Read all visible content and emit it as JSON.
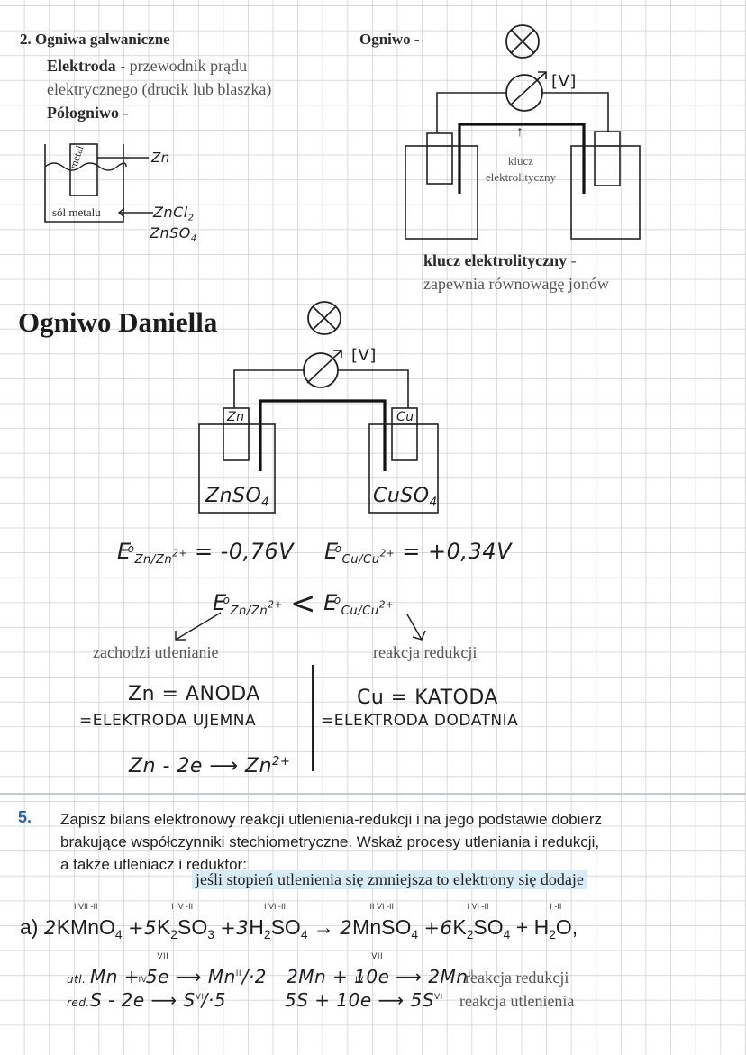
{
  "section2": {
    "title": "2. Ogniwa galwaniczne",
    "elektroda_term": "Elektroda",
    "elektroda_def_1": " - przewodnik prądu",
    "elektroda_def_2": "elektrycznego (drucik lub blaszka)",
    "polognwo_term": "Półogniwo",
    "polognwo_dash": " -",
    "metal_label": "metal",
    "zn_label": "Zn",
    "salt_label": "sól metalu",
    "salt_ex1": "ZnCl",
    "salt_ex1_sub": "2",
    "salt_ex2": "ZnSO",
    "salt_ex2_sub": "4"
  },
  "ogniwo": {
    "title": "Ogniwo -",
    "voltmeter": "[V]",
    "klucz_arrow": "↑",
    "klucz_label_1": "klucz",
    "klucz_label_2": "elektrolityczny",
    "klucz_term": "klucz elektrolityczny",
    "klucz_dash": " -",
    "klucz_def": "zapewnia równowagę jonów"
  },
  "daniell": {
    "title": "Ogniwo Daniella",
    "voltmeter": "[V]",
    "left_electrode": "Zn",
    "right_electrode": "Cu",
    "left_solution": "ZnSO",
    "left_solution_sub": "4",
    "right_solution": "CuSO",
    "right_solution_sub": "4",
    "e1": "E",
    "e1_sup": "o",
    "e1_sub": "Zn/Zn",
    "e1_sub_sup": "2+",
    "e1_value": " = -0,76V",
    "e2": "E",
    "e2_sup": "o",
    "e2_sub": "Cu/Cu",
    "e2_sub_sup": "2+",
    "e2_value": " = +0,34V",
    "compare_sign": "<",
    "left_note": "zachodzi utlenianie",
    "right_note": "reakcja redukcji",
    "anode_1": "Zn = ANODA",
    "anode_2": "=ELEKTRODA UJEMNA",
    "anode_eq": "Zn - 2e ⟶ Zn",
    "anode_eq_sup": "2+",
    "cathode_1": "Cu = KATODA",
    "cathode_2": "=ELEKTRODA DODATNIA"
  },
  "task5": {
    "number": "5.",
    "text_1": "Zapisz bilans elektronowy reakcji utlenienia-redukcji i na jego podstawie dobierz",
    "text_2": "brakujące współczynniki stechiometryczne. Wskaż procesy utleniania i redukcji,",
    "text_3": "a także utleniacz i reduktor:",
    "highlight": "jeśli stopień utlenienia się zmniejsza to elektrony się dodaje",
    "reaction_prefix": "a)",
    "reaction": {
      "c1": "2",
      "s1": "KMnO",
      "s1_sub": "4",
      "s1_ox": "I VII -II",
      "c2": "+5",
      "s2": "K",
      "s2_sub1": "2",
      "s2b": "SO",
      "s2_sub2": "3",
      "s2_ox": "I IV -II",
      "c3": "+3",
      "s3": "H",
      "s3_sub1": "2",
      "s3b": "SO",
      "s3_sub2": "4",
      "s3_ox": "I VI -II",
      "arrow": "→",
      "c4": "2",
      "s4": "MnSO",
      "s4_sub": "4",
      "s4_ox": "II VI -II",
      "c5": "+6",
      "s5": "K",
      "s5_sub1": "2",
      "s5b": "SO",
      "s5_sub2": "4",
      "s5_ox": "I VI -II",
      "plus6": "+",
      "s6": "H",
      "s6_sub": "2",
      "s6b": "O,",
      "s6_ox": "I -II"
    },
    "utl_label": "utl.",
    "red_label": "red.",
    "line1_ox_a": "VII",
    "line1_a": "Mn + 5e ⟶ Mn",
    "line1_ox_b": "II",
    "line1_mult": "/·2",
    "line1_ox_c": "VII",
    "line1_b": "2Mn + 10e ⟶ 2Mn",
    "line1_ox_d": "II",
    "line1_note": "reakcja redukcji",
    "line2_a": "S - 2e ⟶ S",
    "line2_ox_a": "IV",
    "line2_ox_b": "VI",
    "line2_mult": "/·5",
    "line2_b": "5S + 10e ⟶ 5S",
    "line2_ox_c": "IV",
    "line2_ox_d": "VI",
    "line2_note": "reakcja utlenienia"
  }
}
